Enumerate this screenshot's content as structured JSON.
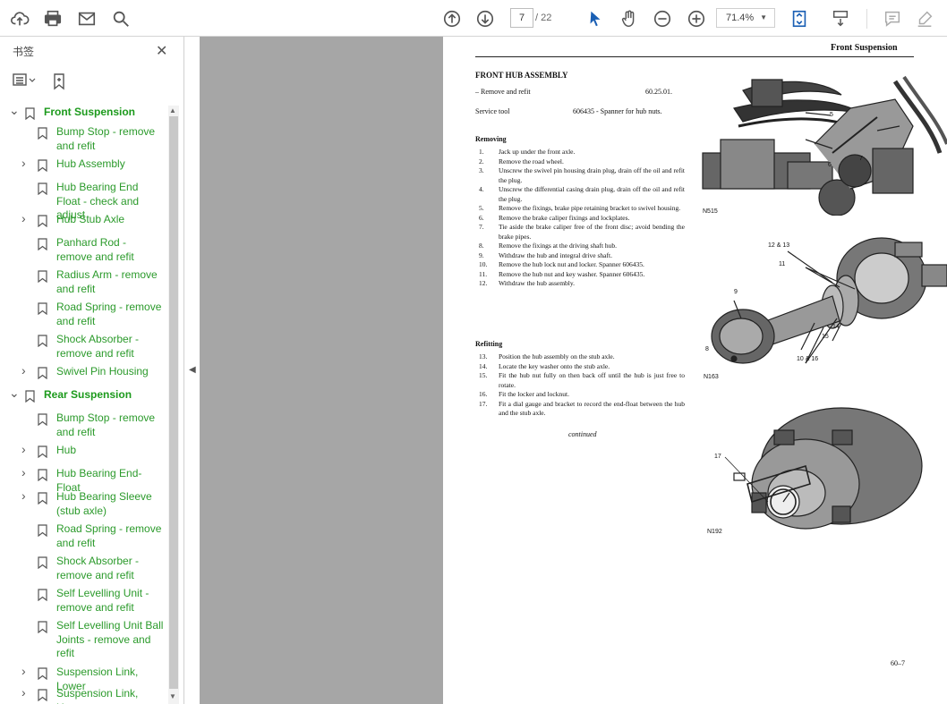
{
  "toolbar": {
    "page_current": "7",
    "page_total": "/ 22",
    "zoom": "71.4%"
  },
  "sidebar": {
    "title": "书签",
    "items": [
      {
        "label": "Front Suspension",
        "level": 0,
        "chevron": "down"
      },
      {
        "label": "Bump Stop - remove and refit",
        "level": 1,
        "chevron": ""
      },
      {
        "label": "Hub Assembly",
        "level": 1,
        "chevron": "right"
      },
      {
        "label": "Hub Bearing End Float - check and adjust",
        "level": 1,
        "chevron": ""
      },
      {
        "label": "Hub Stub Axle",
        "level": 1,
        "chevron": "right"
      },
      {
        "label": "Panhard Rod - remove and refit",
        "level": 1,
        "chevron": ""
      },
      {
        "label": "Radius Arm - remove and refit",
        "level": 1,
        "chevron": ""
      },
      {
        "label": "Road Spring - remove and refit",
        "level": 1,
        "chevron": ""
      },
      {
        "label": "Shock Absorber - remove and refit",
        "level": 1,
        "chevron": ""
      },
      {
        "label": "Swivel Pin Housing",
        "level": 1,
        "chevron": "right"
      },
      {
        "label": "Rear Suspension",
        "level": 0,
        "chevron": "down"
      },
      {
        "label": "Bump Stop - remove and refit",
        "level": 1,
        "chevron": ""
      },
      {
        "label": "Hub",
        "level": 1,
        "chevron": "right"
      },
      {
        "label": "Hub Bearing End-Float",
        "level": 1,
        "chevron": "right"
      },
      {
        "label": "Hub Bearing Sleeve (stub axle)",
        "level": 1,
        "chevron": "right"
      },
      {
        "label": "Road Spring - remove and refit",
        "level": 1,
        "chevron": ""
      },
      {
        "label": "Shock Absorber - remove and refit",
        "level": 1,
        "chevron": ""
      },
      {
        "label": "Self Levelling Unit - remove and refit",
        "level": 1,
        "chevron": ""
      },
      {
        "label": "Self Levelling Unit Ball Joints - remove and refit",
        "level": 1,
        "chevron": ""
      },
      {
        "label": "Suspension Link, Lower",
        "level": 1,
        "chevron": "right"
      },
      {
        "label": "Suspension Link, Upper",
        "level": 1,
        "chevron": "right"
      }
    ]
  },
  "document": {
    "header": "Front Suspension",
    "section_title": "FRONT HUB ASSEMBLY",
    "remove_refit": "– Remove and refit",
    "op_code": "60.25.01.",
    "service_tool_label": "Service tool",
    "service_tool_value": "606435 - Spanner for hub nuts.",
    "removing_heading": "Removing",
    "removing_steps": [
      {
        "n": "1.",
        "t": "Jack up under the front axle."
      },
      {
        "n": "2.",
        "t": "Remove the road wheel."
      },
      {
        "n": "3.",
        "t": "Unscrew the swivel pin housing drain plug, drain off the oil and refit the plug."
      },
      {
        "n": "4.",
        "t": "Unscrew the differential casing drain plug, drain off the oil and refit the plug."
      },
      {
        "n": "5.",
        "t": "Remove the fixings, brake pipe retaining bracket to swivel housing."
      },
      {
        "n": "6.",
        "t": "Remove the brake caliper fixings and lockplates."
      },
      {
        "n": "7.",
        "t": "Tie aside the brake caliper free of the front disc; avoid bending the brake pipes."
      },
      {
        "n": "8.",
        "t": "Remove the fixings at the driving shaft hub."
      },
      {
        "n": "9.",
        "t": "Withdraw the hub and integral drive shaft."
      },
      {
        "n": "10.",
        "t": "Remove the hub lock nut and locker. Spanner 606435."
      },
      {
        "n": "11.",
        "t": "Remove the hub nut and key washer. Spanner 606435."
      },
      {
        "n": "12.",
        "t": "Withdraw the hub assembly."
      }
    ],
    "refitting_heading": "Refitting",
    "refitting_steps": [
      {
        "n": "13.",
        "t": "Position the hub assembly on the stub axle."
      },
      {
        "n": "14.",
        "t": "Locate the key washer onto the stub axle."
      },
      {
        "n": "15.",
        "t": "Fit the hub nut fully on then back off until the hub is just free to rotate."
      },
      {
        "n": "16.",
        "t": "Fit the locker and locknut."
      },
      {
        "n": "17.",
        "t": "Fit a dial gauge and bracket to record the end-float between the hub and the stub axle."
      }
    ],
    "continued": "continued",
    "page_number": "60–7",
    "figures": {
      "fig1_code": "N515",
      "fig1_labels": [
        "5",
        "6",
        "7"
      ],
      "fig2_code": "N163",
      "fig2_labels": [
        "12 & 13",
        "11",
        "9",
        "8",
        "15",
        "14",
        "10 & 16"
      ],
      "fig3_code": "N192",
      "fig3_labels": [
        "17"
      ]
    }
  },
  "colors": {
    "bookmark_text": "#2b9a2b",
    "canvas_bg": "#a6a6a6",
    "toolbar_icon": "#555555"
  }
}
